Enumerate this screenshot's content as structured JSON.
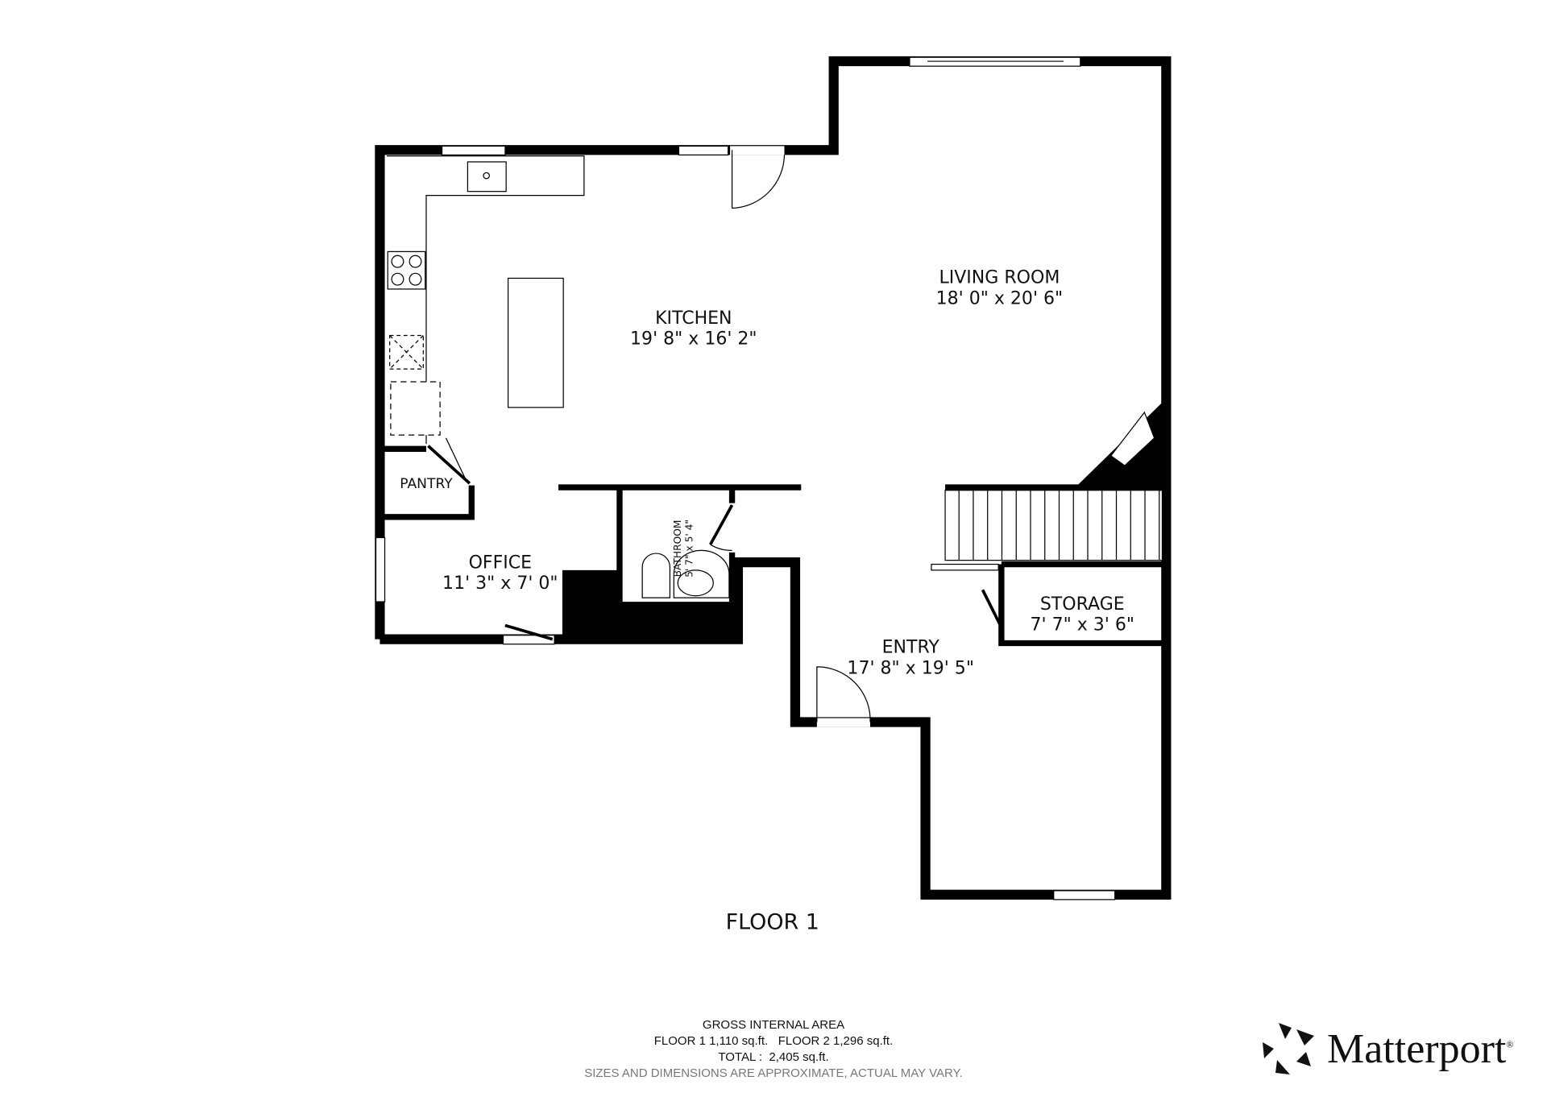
{
  "floor_title": "FLOOR 1",
  "rooms": [
    {
      "name": "KITCHEN",
      "size": "19' 8\" x 16' 2\""
    },
    {
      "name": "LIVING ROOM",
      "size": "18' 0\" x 20' 6\""
    },
    {
      "name": "PANTRY",
      "size": ""
    },
    {
      "name": "OFFICE",
      "size": "11' 3\" x 7' 0\""
    },
    {
      "name": "BATHROOM",
      "size": "5' 7\" x 5' 4\""
    },
    {
      "name": "STORAGE",
      "size": "7' 7\" x 3' 6\""
    },
    {
      "name": "ENTRY",
      "size": "17' 8\" x 19' 5\""
    }
  ],
  "area": {
    "heading": "GROSS INTERNAL AREA",
    "floors": "FLOOR 1 1,110 sq.ft.   FLOOR 2 1,296 sq.ft.",
    "total": "TOTAL :  2,405 sq.ft.",
    "disclaimer": "SIZES AND DIMENSIONS ARE APPROXIMATE, ACTUAL MAY VARY."
  },
  "brand": {
    "name": "Matterport",
    "mark": "®"
  }
}
